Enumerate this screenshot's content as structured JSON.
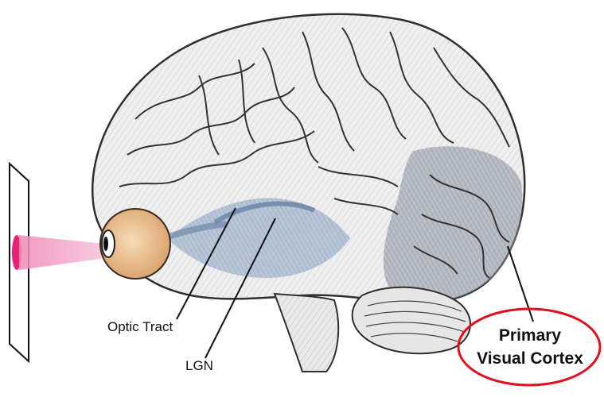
{
  "labels": {
    "optic_tract": "Optic Tract",
    "lgn": "LGN",
    "primary_visual_cortex_line1": "Primary",
    "primary_visual_cortex_line2": "Visual Cortex"
  },
  "colors": {
    "highlight_ring": "#e0101c",
    "light_source": "#e8207a",
    "light_beam": "#f2a6c8",
    "eye": "#e9b98a",
    "visual_pathway": "#9fb3cf",
    "cortex_shade": "#8c96a6",
    "brain_line": "#3a3a3a"
  }
}
